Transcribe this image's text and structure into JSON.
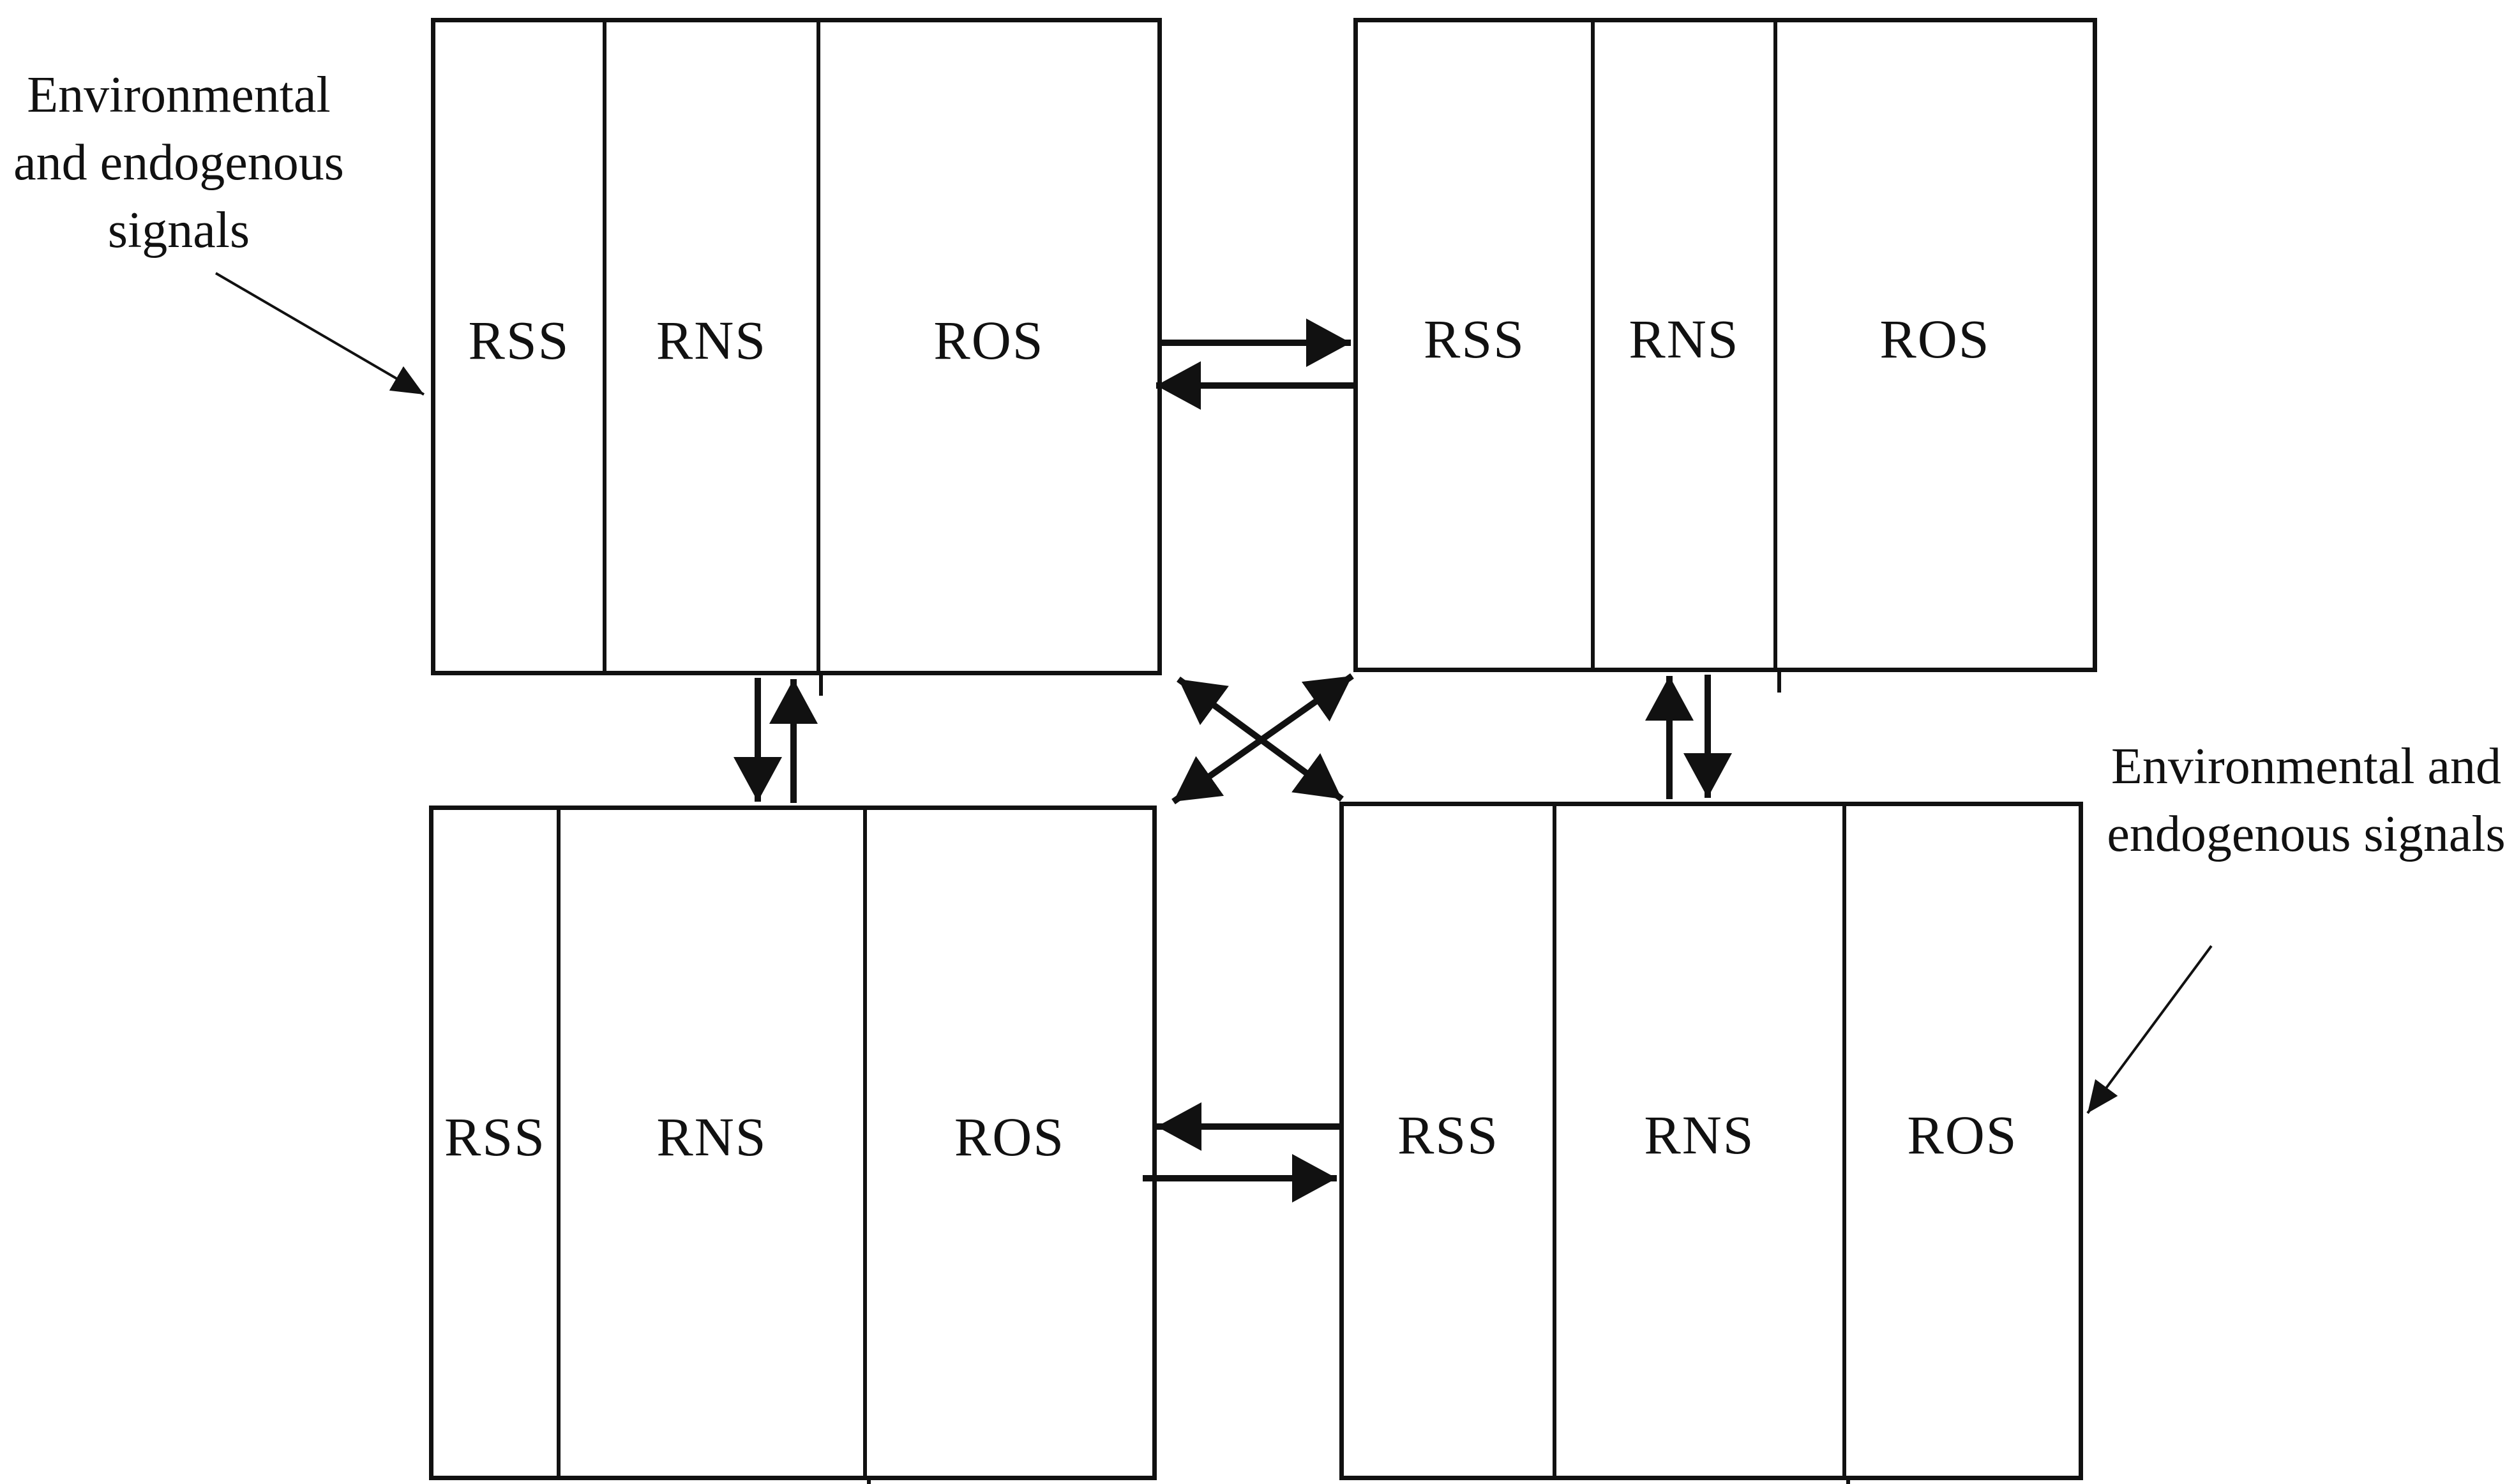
{
  "boxes": {
    "top_left": {
      "rss": "RSS",
      "rns": "RNS",
      "ros": "ROS"
    },
    "top_right": {
      "rss": "RSS",
      "rns": "RNS",
      "ros": "ROS"
    },
    "bottom_left": {
      "rss": "RSS",
      "rns": "RNS",
      "ros": "ROS"
    },
    "bottom_right": {
      "rss": "RSS",
      "rns": "RNS",
      "ros": "ROS"
    }
  },
  "annotations": {
    "left_signal_label": {
      "line1": "Environmental",
      "line2": "and endogenous",
      "line3": "signals"
    },
    "right_signal_label": {
      "line1": "Environmental and",
      "line2": "endogenous signals"
    }
  },
  "connections": [
    {
      "from": "top_left",
      "to": "top_right",
      "style": "thick-arrow-right"
    },
    {
      "from": "top_right",
      "to": "top_left",
      "style": "thick-arrow-left"
    },
    {
      "from": "bottom_right",
      "to": "bottom_left",
      "style": "thick-arrow-left"
    },
    {
      "from": "bottom_left",
      "to": "bottom_right",
      "style": "thick-arrow-right"
    },
    {
      "from": "top_left",
      "to": "bottom_left",
      "style": "thick-arrow-down"
    },
    {
      "from": "bottom_left",
      "to": "top_left",
      "style": "thick-arrow-up"
    },
    {
      "from": "bottom_right",
      "to": "top_right",
      "style": "thick-arrow-up"
    },
    {
      "from": "top_right",
      "to": "bottom_right",
      "style": "thick-arrow-down"
    },
    {
      "from": "top_left",
      "to": "bottom_right",
      "style": "double-headed-diagonal"
    },
    {
      "from": "top_right",
      "to": "bottom_left",
      "style": "double-headed-diagonal"
    },
    {
      "from": "left_signal_label",
      "to": "top_left",
      "style": "thin-arrow"
    },
    {
      "from": "right_signal_label",
      "to": "bottom_right",
      "style": "thin-arrow"
    }
  ],
  "colors": {
    "ink": "#111111",
    "background": "#ffffff"
  }
}
